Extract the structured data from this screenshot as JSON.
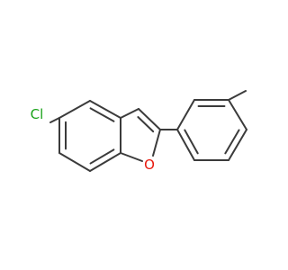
{
  "structure": {
    "atoms": [
      {
        "id": "cl",
        "label": "Cl",
        "color": "#1aa31a"
      },
      {
        "id": "o",
        "label": "O",
        "color": "#e8180c"
      }
    ]
  }
}
